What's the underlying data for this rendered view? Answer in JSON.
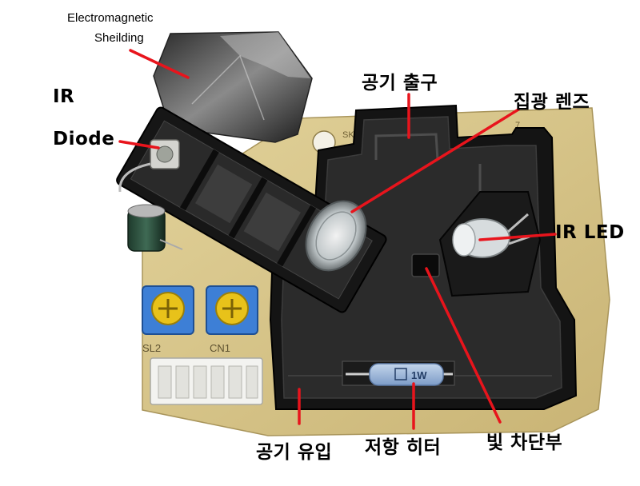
{
  "labels": {
    "em_shield_line1": "Electromagnetic",
    "em_shield_line2": "Sheilding",
    "ir_line1": "IR",
    "ir_line2": "Diode",
    "air_outlet": "공기 출구",
    "condenser_lens": "집광 렌즈",
    "ir_led": "IR LED",
    "air_inlet": "공기 유입",
    "resistor_heater": "저항 히터",
    "light_blocker": "빛 차단부"
  },
  "pcb_marks": {
    "sl2": "SL2",
    "cn1": "CN1",
    "resistor": "1W",
    "sk": "SK",
    "num7": "7"
  },
  "colors": {
    "leader_line": "#e8141c",
    "pcb": "#d8c589",
    "housing": "#111111",
    "pot_blue": "#3d7fd6",
    "pot_yellow": "#e8c21a"
  }
}
